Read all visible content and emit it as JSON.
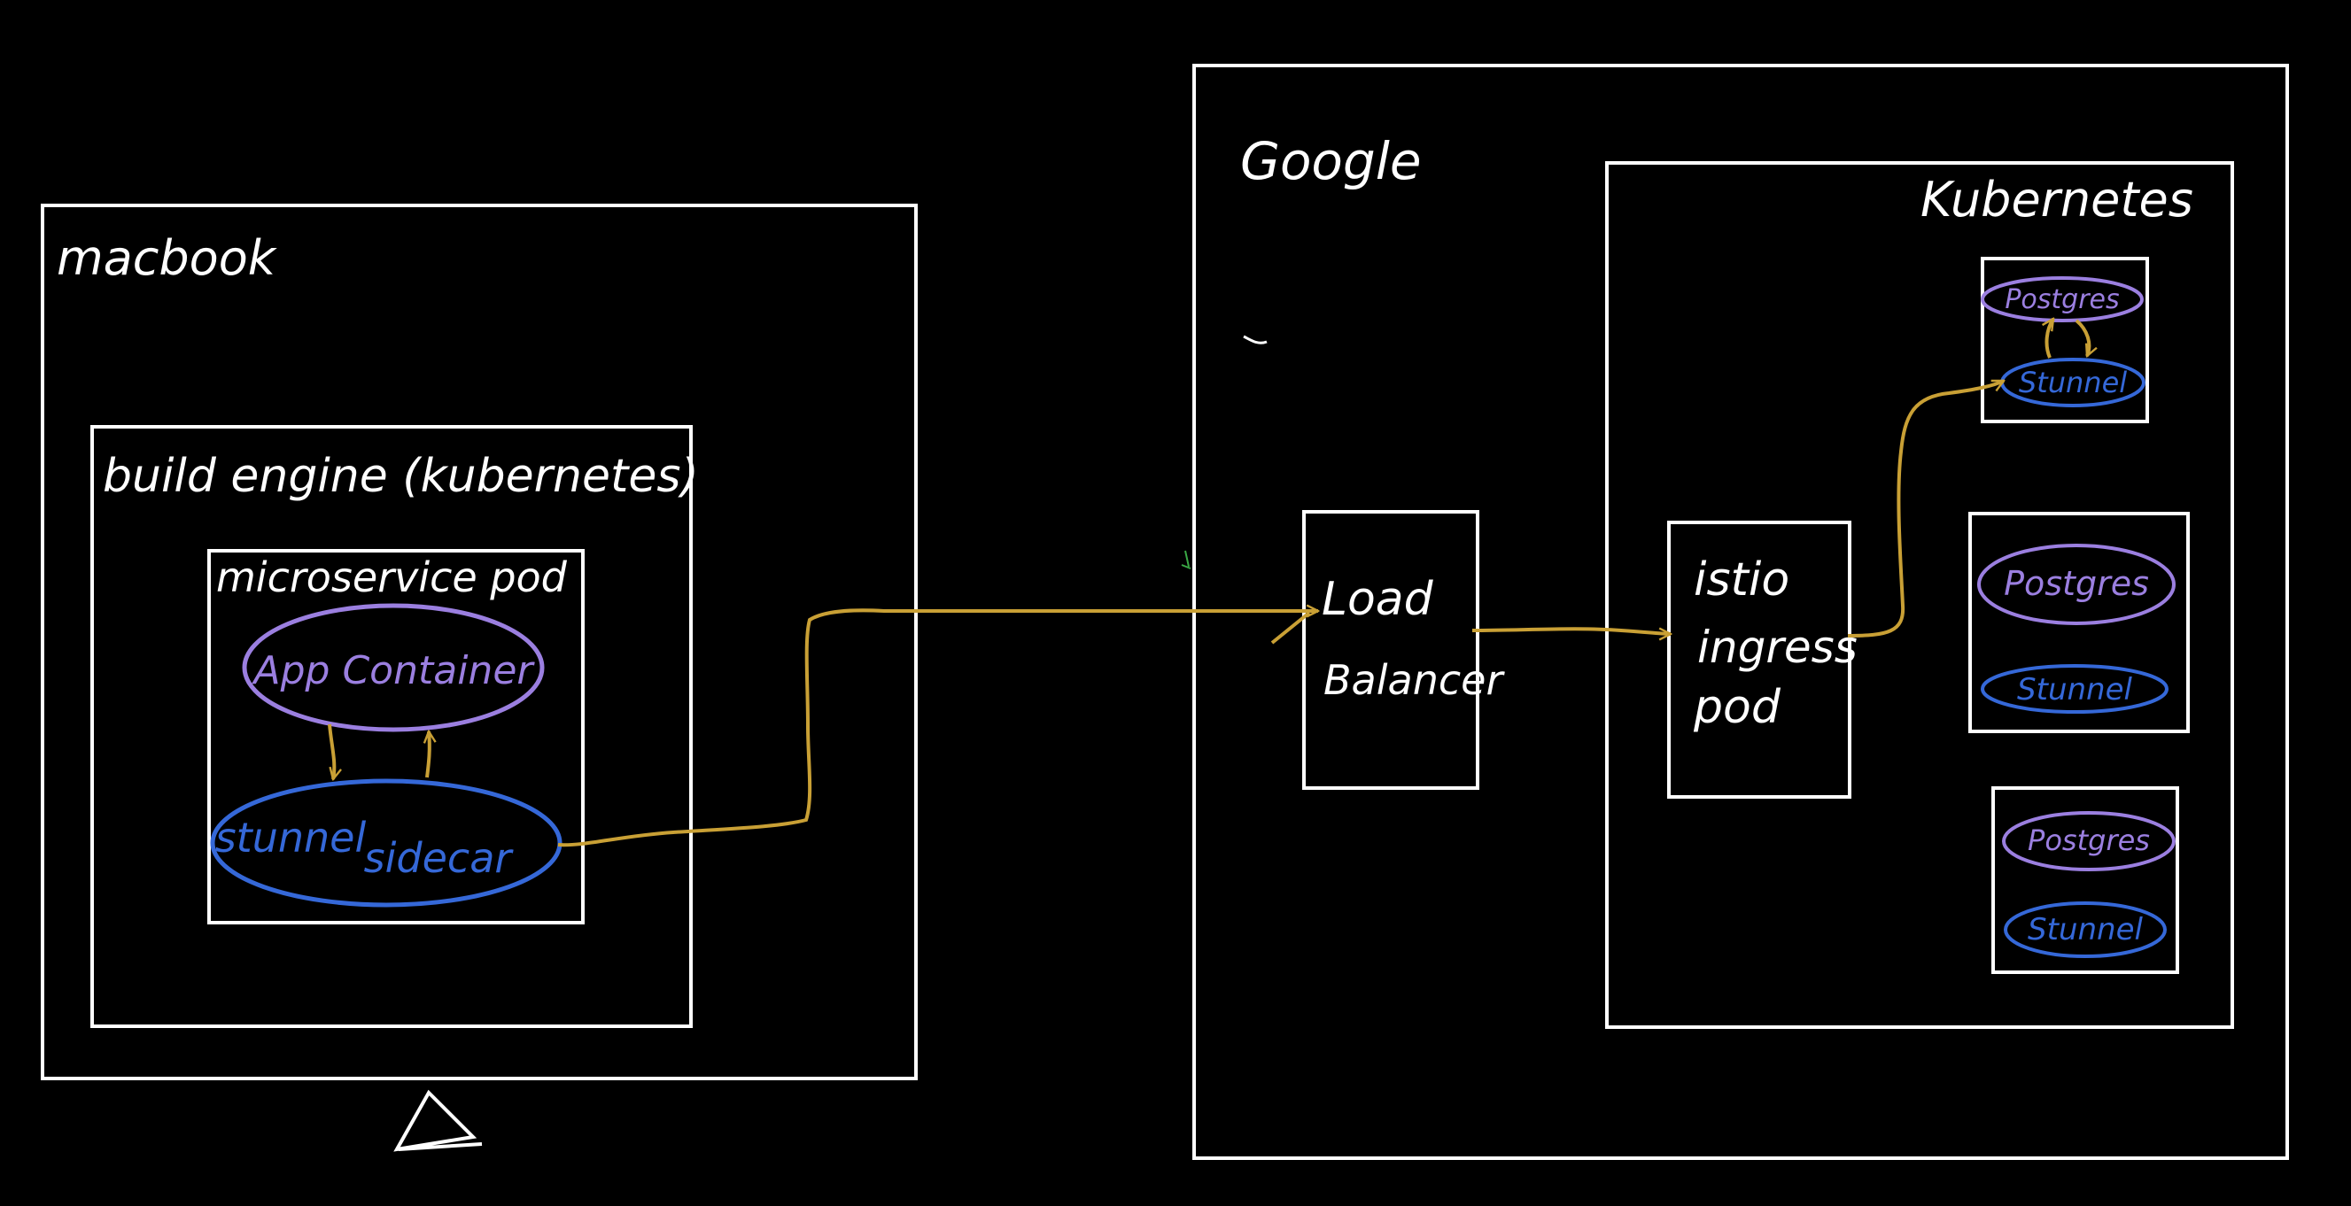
{
  "colors": {
    "background": "#000000",
    "box_stroke": "#ffffff",
    "text_white": "#ffffff",
    "container_purple": "#9b7fe0",
    "sidecar_blue": "#3568d8",
    "connection_gold": "#c9a035"
  },
  "macbook": {
    "label": "macbook",
    "build_engine": {
      "label": "build engine (kubernetes)",
      "pod": {
        "label": "microservice pod",
        "app_container": "App Container",
        "sidecar_line1": "stunnel",
        "sidecar_line2": "sidecar"
      }
    }
  },
  "google": {
    "label": "Google",
    "load_balancer_line1": "Load",
    "load_balancer_line2": "Balancer",
    "kubernetes": {
      "label": "Kubernetes",
      "istio_line1": "istio",
      "istio_line2": "ingress",
      "istio_line3": "pod",
      "db_pods": [
        {
          "postgres": "Postgres",
          "stunnel": "Stunnel"
        },
        {
          "postgres": "Postgres",
          "stunnel": "Stunnel"
        },
        {
          "postgres": "Postgres",
          "stunnel": "Stunnel"
        }
      ]
    }
  }
}
